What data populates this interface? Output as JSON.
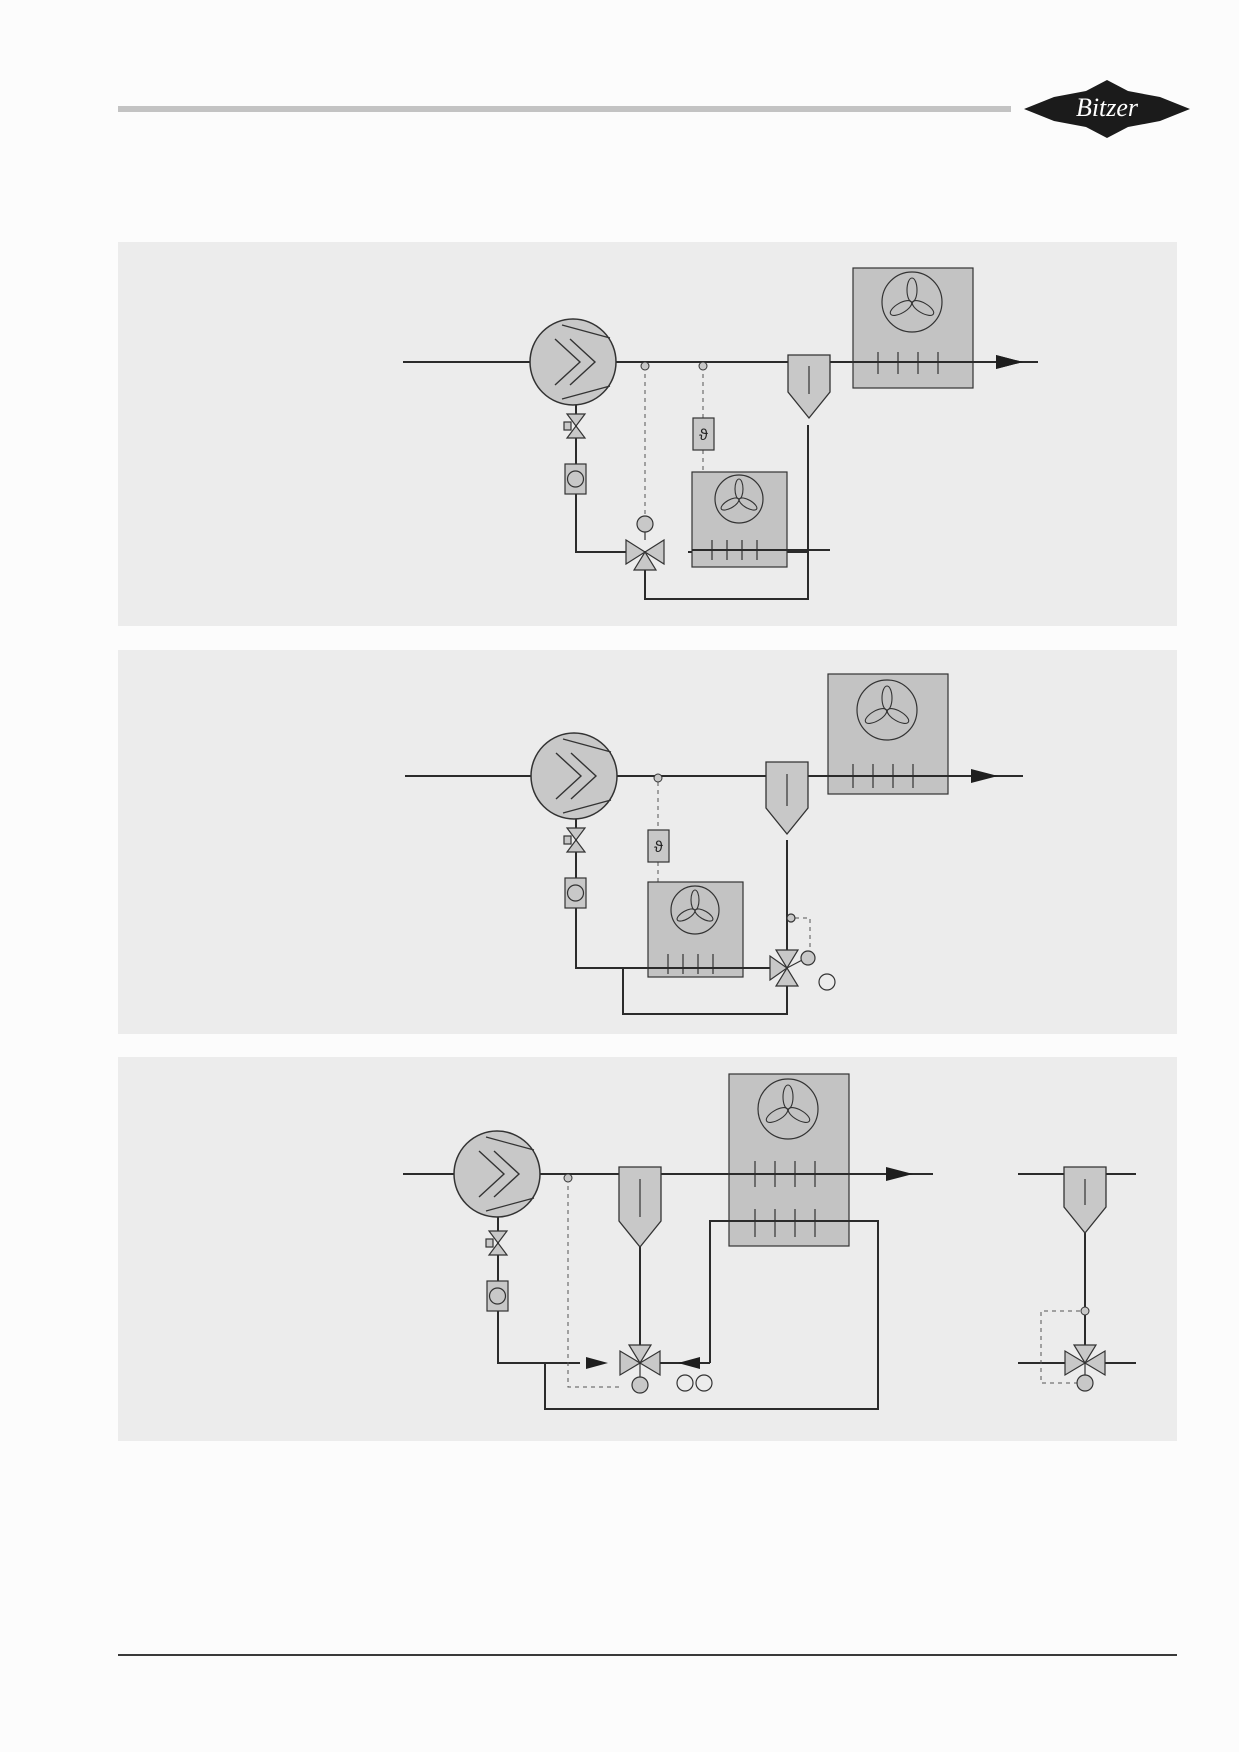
{
  "header": {
    "logo_text": "Bitzer"
  },
  "diagrams": [
    {
      "symbol_labels": {
        "temperature_sensor": "ϑ"
      }
    },
    {
      "symbol_labels": {
        "temperature_sensor": "ϑ"
      }
    },
    {
      "symbol_labels": {}
    }
  ]
}
